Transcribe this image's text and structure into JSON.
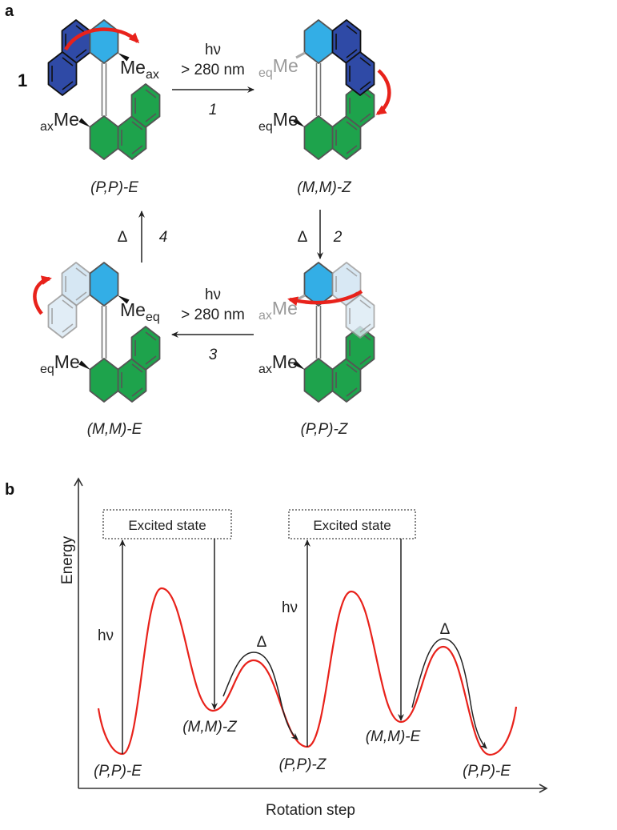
{
  "panel_labels": {
    "a": "a",
    "b": "b"
  },
  "compound_number": "1",
  "scheme": {
    "molecules": [
      {
        "label": "(P,P)-E",
        "me_upper": "Me",
        "me_upper_sub": "ax",
        "me_lower": "Me",
        "me_lower_sub": "ax"
      },
      {
        "label": "(M,M)-Z",
        "me_upper": "Me",
        "me_upper_sub": "eq",
        "me_lower": "Me",
        "me_lower_sub": "eq"
      },
      {
        "label": "(M,M)-E",
        "me_upper": "Me",
        "me_upper_sub": "eq",
        "me_lower": "Me",
        "me_lower_sub": "eq"
      },
      {
        "label": "(P,P)-Z",
        "me_upper": "Me",
        "me_upper_sub": "ax",
        "me_lower": "Me",
        "me_lower_sub": "ax"
      }
    ],
    "steps": [
      {
        "number": "1",
        "reagent": "hν",
        "condition": "> 280 nm"
      },
      {
        "number": "2",
        "reagent": "Δ"
      },
      {
        "number": "3",
        "reagent": "hν",
        "condition": "> 280 nm"
      },
      {
        "number": "4",
        "reagent": "Δ"
      }
    ],
    "colors": {
      "rotor_dark": "#2f4aa6",
      "rotor_light": "#33aee6",
      "stator": "#1ea34c",
      "rotation_arrow": "#e8221b"
    }
  },
  "energy_diagram": {
    "y_axis_label": "Energy",
    "x_axis_label": "Rotation step",
    "excited_state_label": "Excited state",
    "photon_label": "hν",
    "thermal_label": "Δ",
    "states": [
      "(P,P)-E",
      "(M,M)-Z",
      "(P,P)-Z",
      "(M,M)-E",
      "(P,P)-E"
    ],
    "curve_color": "#e8221b"
  }
}
